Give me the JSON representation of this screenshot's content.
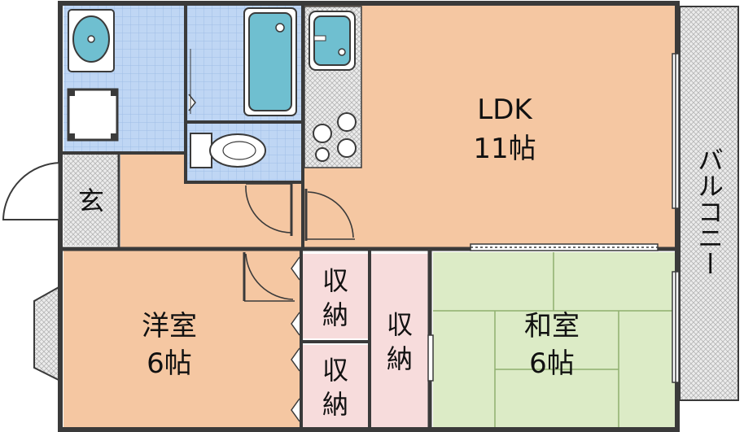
{
  "rooms": {
    "ldk_name": "LDK",
    "ldk_size": "11帖",
    "youshitsu_name": "洋室",
    "youshitsu_size": "6帖",
    "washitsu_name": "和室",
    "washitsu_size": "6帖",
    "genkan": "玄",
    "balcony": "バルコニー",
    "storage": [
      "収",
      "納"
    ]
  },
  "colors": {
    "wood": "#F5C7A2",
    "tile": "#BFD6F4",
    "tile_grid": "#9FBDE6",
    "tatami": "#DCEBC6",
    "tatami_line": "#8FAF6F",
    "storage": "#F7DCDC",
    "fixture": "#6FBFD0",
    "hatch": "#D6D6D6",
    "wall": "#3A3A3A"
  },
  "icons": [
    "washbasin-icon",
    "bathtub-icon",
    "toilet-icon",
    "kitchen-sink-icon",
    "stove-icon",
    "washing-machine-icon",
    "door-swing-icon",
    "window-icon"
  ]
}
